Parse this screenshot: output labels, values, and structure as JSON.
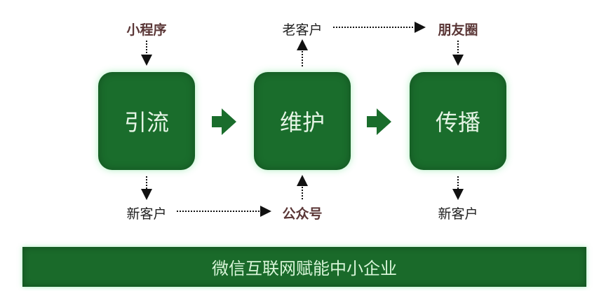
{
  "stages": [
    {
      "label": "引流"
    },
    {
      "label": "维护"
    },
    {
      "label": "传播"
    }
  ],
  "top_labels": [
    "小程序",
    "老客户",
    "朋友圈"
  ],
  "bottom_labels": [
    "新客户",
    "公众号",
    "新客户"
  ],
  "banner": "微信互联网赋能中小企业",
  "colors": {
    "box": "#1a6d2c",
    "text_accent": "#5a3636"
  }
}
